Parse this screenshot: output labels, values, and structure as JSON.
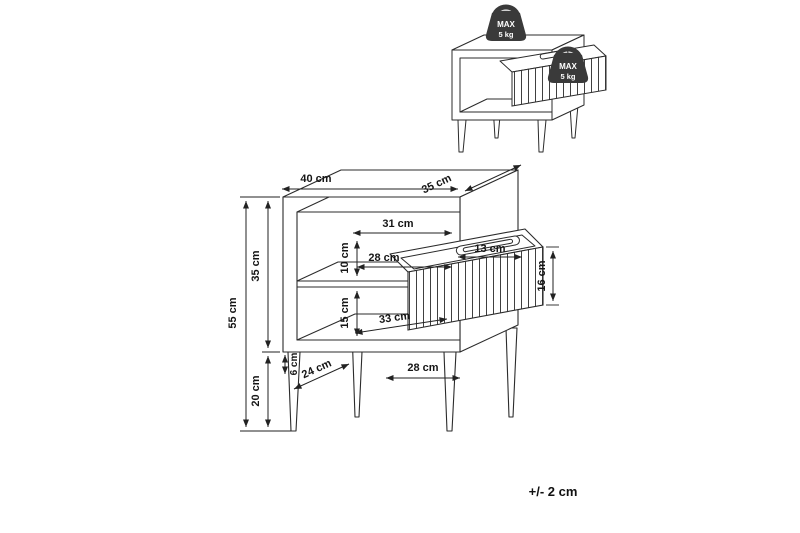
{
  "weight_badge": {
    "max_label": "MAX",
    "weight_label": "5 kg"
  },
  "dimensions": {
    "total_height": "55 cm",
    "body_height": "35 cm",
    "leg_height": "20 cm",
    "top_width": "40 cm",
    "top_depth": "35 cm",
    "inner_top_width": "31 cm",
    "drawer_front_height": "10 cm",
    "drawer_inner_width": "28 cm",
    "handle_width": "13 cm",
    "drawer_height": "16 cm",
    "niche_height": "15 cm",
    "inner_bottom_width": "33 cm",
    "leg_inset": "6 cm",
    "leg_spacing_side": "24 cm",
    "leg_spacing_front": "28 cm"
  },
  "footer": {
    "tolerance_note": "+/- 2 cm"
  }
}
